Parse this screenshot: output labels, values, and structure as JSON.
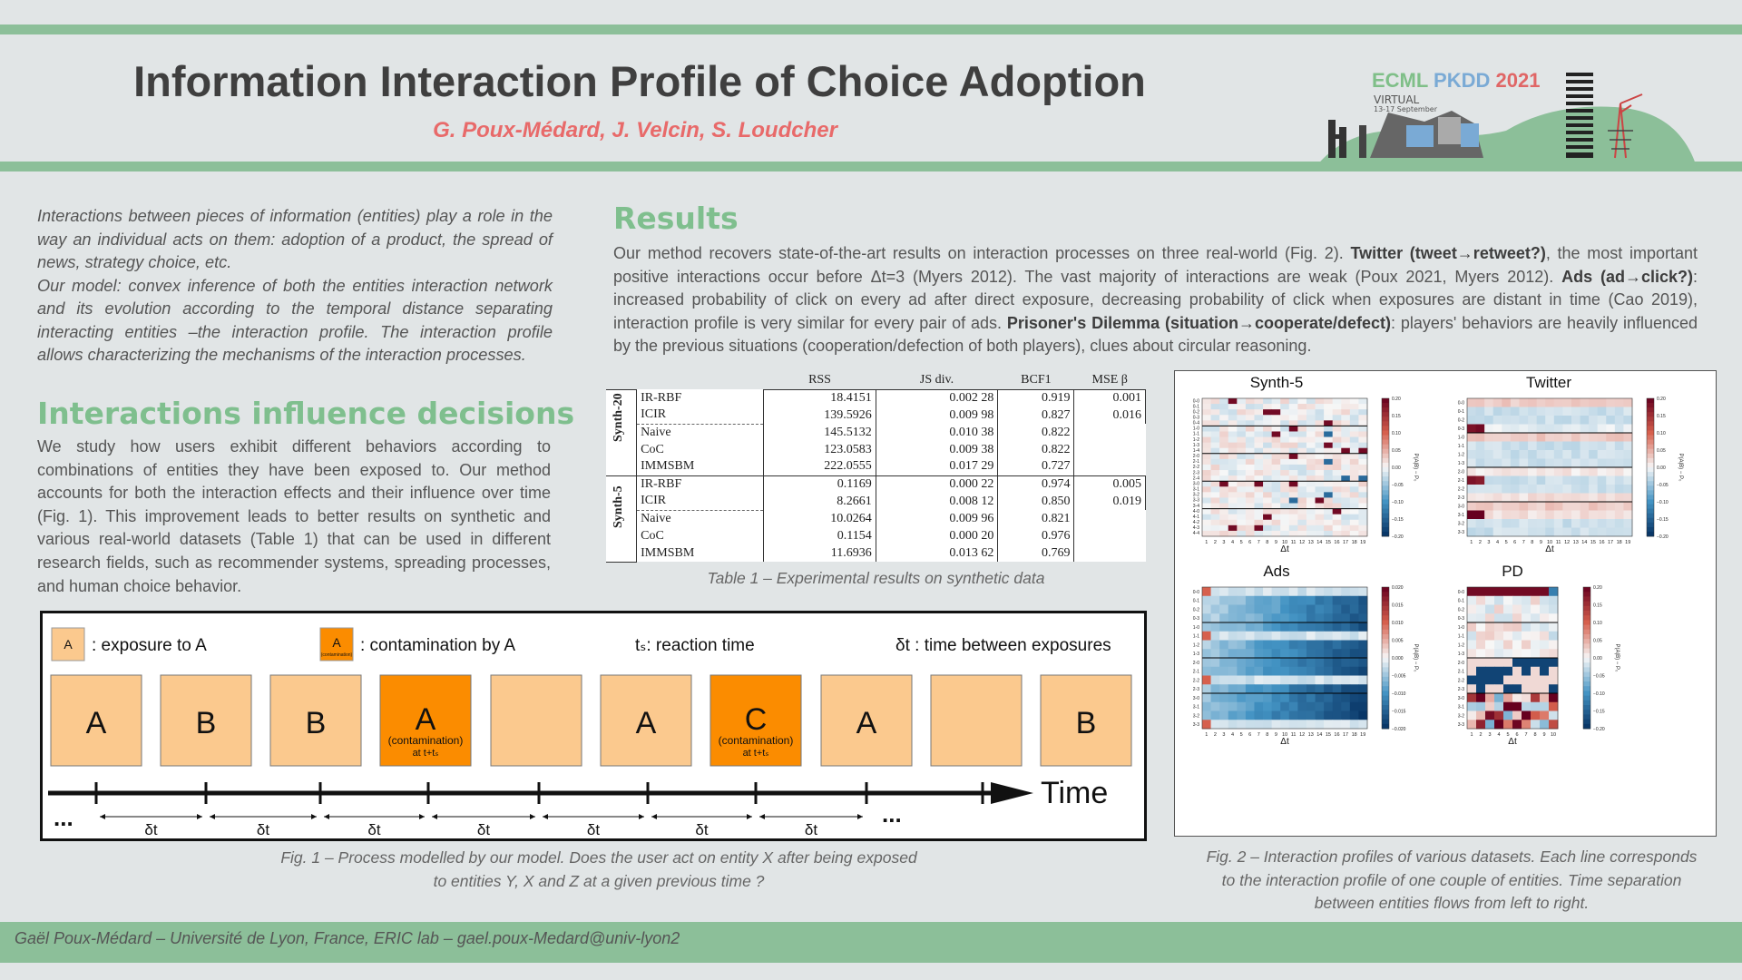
{
  "header": {
    "title": "Information Interaction Profile of Choice Adoption",
    "authors": "G. Poux-Médard, J. Velcin, S. Loudcher",
    "logo": {
      "part1": "ECML ",
      "part2": "PKDD ",
      "part3": "2021",
      "sub1": "VIRTUAL",
      "sub2": "13-17 September"
    }
  },
  "intro": {
    "p1": "Interactions between pieces of information (entities) play a role in the way an individual acts on them: adoption of a product, the spread of news, strategy choice, etc.",
    "p2": "Our model: convex inference of both the entities interaction network and its evolution according to the temporal distance separating interacting entities –the interaction profile. The interaction profile allows characterizing the mechanisms of the interaction processes."
  },
  "section_influence": {
    "heading": "Interactions influence decisions",
    "text": "We study how users exhibit different behaviors according to combinations of entities they have been exposed to. Our method accounts for both the interaction effects and their influence over time (Fig. 1). This improvement leads to better results on synthetic and various real-world datasets (Table 1) that can be used in different research fields, such as recommender systems, spreading processes, and human choice behavior."
  },
  "section_results": {
    "heading": "Results",
    "t1": "Our method recovers state-of-the-art results on interaction processes on three real-world (Fig. 2). ",
    "b1": "Twitter (tweet→retweet?)",
    "t2": ", the most important positive interactions occur before Δt=3 (Myers 2012). The vast majority of interactions are weak (Poux 2021, Myers 2012). ",
    "b2": "Ads (ad→click?)",
    "t3": ": increased probability of click on every ad after direct exposure, decreasing probability of click when exposures are distant in time (Cao 2019), interaction profile is very similar for every pair of ads. ",
    "b3": "Prisoner's Dilemma (situation→cooperate/defect)",
    "t4": ": players' behaviors are heavily influenced by the previous situations (cooperation/defection of both players), clues about circular reasoning."
  },
  "table": {
    "headers": [
      "RSS",
      "JS div.",
      "BCF1",
      "MSE β"
    ],
    "groups": [
      {
        "name": "Synth-20",
        "rows": [
          [
            "IR-RBF",
            "18.4151",
            "0.002 28",
            "0.919",
            "0.001"
          ],
          [
            "ICIR",
            "139.5926",
            "0.009 98",
            "0.827",
            "0.016"
          ],
          [
            "Naive",
            "145.5132",
            "0.010 38",
            "0.822",
            ""
          ],
          [
            "CoC",
            "123.0583",
            "0.009 38",
            "0.822",
            ""
          ],
          [
            "IMMSBM",
            "222.0555",
            "0.017 29",
            "0.727",
            ""
          ]
        ]
      },
      {
        "name": "Synth-5",
        "rows": [
          [
            "IR-RBF",
            "0.1169",
            "0.000 22",
            "0.974",
            "0.005"
          ],
          [
            "ICIR",
            "8.2661",
            "0.008 12",
            "0.850",
            "0.019"
          ],
          [
            "Naive",
            "10.0264",
            "0.009 96",
            "0.821",
            ""
          ],
          [
            "CoC",
            "0.1154",
            "0.000 20",
            "0.976",
            ""
          ],
          [
            "IMMSBM",
            "11.6936",
            "0.013 62",
            "0.769",
            ""
          ]
        ]
      }
    ],
    "caption": "Table 1 – Experimental results on synthetic data"
  },
  "fig1": {
    "legend": {
      "a": "A",
      "exposure": ": exposure to A",
      "cont_a": "A",
      "cont_small": "(contamination)",
      "contamination": ": contamination by A",
      "ts": "tₛ: reaction time",
      "dt": "δt : time between exposures"
    },
    "boxes": [
      {
        "label": "A",
        "type": "exp"
      },
      {
        "label": "B",
        "type": "exp"
      },
      {
        "label": "B",
        "type": "exp"
      },
      {
        "label": "A",
        "type": "cont",
        "sub1": "(contamination)",
        "sub2": "at t+tₛ"
      },
      {
        "label": "",
        "type": "exp"
      },
      {
        "label": "A",
        "type": "exp"
      },
      {
        "label": "C",
        "type": "cont",
        "sub1": "(contamination)",
        "sub2": "at t+tₛ"
      },
      {
        "label": "A",
        "type": "exp"
      },
      {
        "label": "",
        "type": "exp"
      },
      {
        "label": "B",
        "type": "exp"
      }
    ],
    "time_label": "Time",
    "dots": "...",
    "dt_label": "δt",
    "colors": {
      "exposure": "#fbc98e",
      "contamination": "#fb8c00"
    },
    "caption1": "Fig. 1 – Process modelled by our model. Does the user act on entity X after being exposed",
    "caption2": "to entities Y, X and Z at a given previous time ?"
  },
  "fig2": {
    "panels": [
      {
        "title": "Synth-5",
        "rows": [
          "0-0",
          "0-1",
          "0-2",
          "0-3",
          "0-4",
          "1-0",
          "1-1",
          "1-2",
          "1-3",
          "1-4",
          "2-0",
          "2-1",
          "2-2",
          "2-3",
          "2-4",
          "3-0",
          "3-1",
          "3-2",
          "3-3",
          "3-4",
          "4-0",
          "4-1",
          "4-2",
          "4-3",
          "4-4"
        ],
        "cols": 19,
        "cbar": [
          "0.20",
          "0.15",
          "0.10",
          "0.05",
          "0.00",
          "−0.05",
          "−0.10",
          "−0.15",
          "−0.20"
        ],
        "groups": 5
      },
      {
        "title": "Twitter",
        "rows": [
          "0-0",
          "0-1",
          "0-2",
          "0-3",
          "1-0",
          "1-1",
          "1-2",
          "1-3",
          "2-0",
          "2-1",
          "2-2",
          "2-3",
          "3-0",
          "3-1",
          "3-2",
          "3-3"
        ],
        "cols": 19,
        "cbar": [
          "0.20",
          "0.15",
          "0.10",
          "0.05",
          "0.00",
          "−0.05",
          "−0.10",
          "−0.15",
          "−0.20"
        ],
        "groups": 4
      },
      {
        "title": "Ads",
        "rows": [
          "0-0",
          "0-1",
          "0-2",
          "0-3",
          "1-0",
          "1-1",
          "1-2",
          "1-3",
          "2-0",
          "2-1",
          "2-2",
          "2-3",
          "3-0",
          "3-1",
          "3-2",
          "3-3"
        ],
        "cols": 19,
        "cbar": [
          "0.020",
          "0.015",
          "0.010",
          "0.005",
          "0.000",
          "−0.005",
          "−0.010",
          "−0.015",
          "−0.020"
        ],
        "groups": 4
      },
      {
        "title": "PD",
        "rows": [
          "0-0",
          "0-1",
          "0-2",
          "0-3",
          "1-0",
          "1-1",
          "1-2",
          "1-3",
          "2-0",
          "2-1",
          "2-2",
          "2-3",
          "3-0",
          "3-1",
          "3-2",
          "3-3"
        ],
        "cols": 10,
        "cbar": [
          "0.20",
          "0.15",
          "0.10",
          "0.05",
          "0.00",
          "−0.05",
          "−0.10",
          "−0.15",
          "−0.20"
        ],
        "groups": 4
      }
    ],
    "xlabel": "Δt",
    "cbar_label": "P(A|B) − P₀",
    "caption1": "Fig. 2 – Interaction profiles of various datasets. Each line corresponds",
    "caption2": "to the interaction profile of one couple of entities. Time separation",
    "caption3": "between entities flows from left to right."
  },
  "footer": "Gaël Poux-Médard – Université de Lyon, France, ERIC lab – gael.poux-Medard@univ-lyon2",
  "colors": {
    "accent": "#8cbf99",
    "heading": "#7fbf8e",
    "authors": "#e86a6a",
    "hi": "#f9c58f",
    "lo": "#fde2c4"
  }
}
